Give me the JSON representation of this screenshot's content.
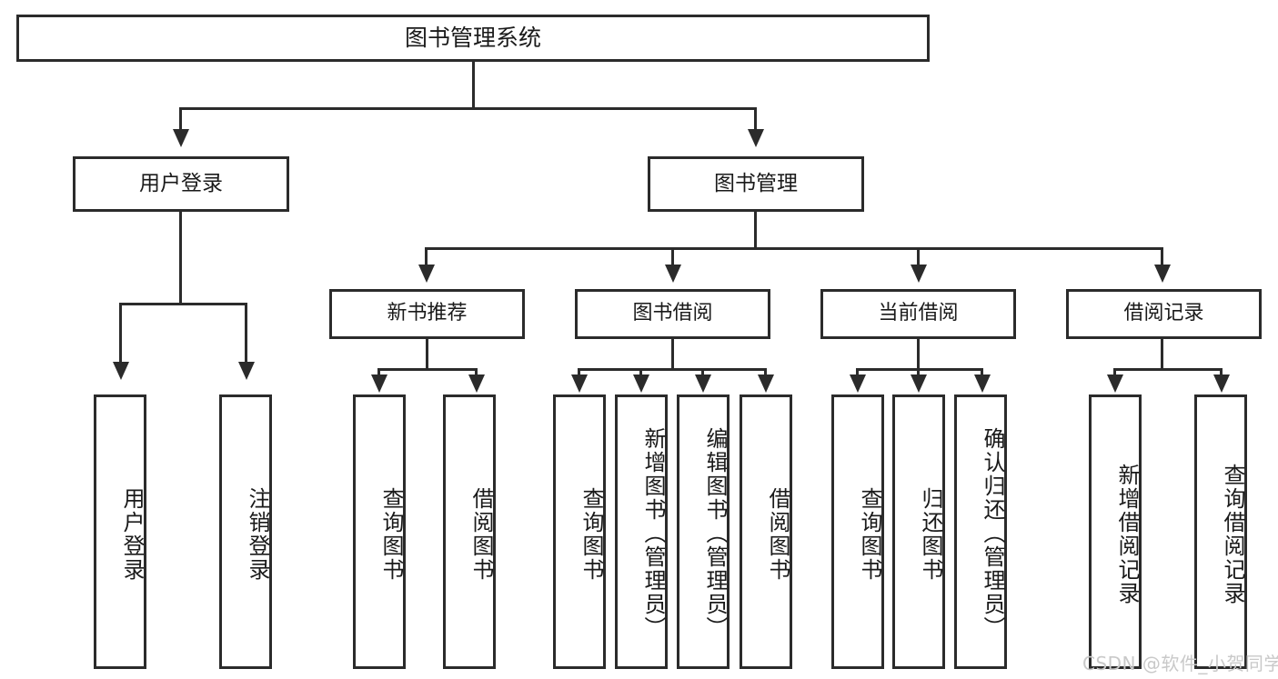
{
  "diagram": {
    "type": "tree-hierarchy-flowchart",
    "background_color": "#ffffff",
    "line_color": "#2b2b2b",
    "text_color": "#1a1a1a",
    "root": {
      "label": "图书管理系统"
    },
    "level2": [
      {
        "label": "用户登录"
      },
      {
        "label": "图书管理"
      }
    ],
    "level3": [
      {
        "label": "新书推荐"
      },
      {
        "label": "图书借阅"
      },
      {
        "label": "当前借阅"
      },
      {
        "label": "借阅记录"
      }
    ],
    "leaves": {
      "user_login": [
        {
          "label": "用户登录"
        },
        {
          "label": "注销登录"
        }
      ],
      "new_book_recommend": [
        {
          "label": "查询图书"
        },
        {
          "label": "借阅图书"
        }
      ],
      "book_borrow": [
        {
          "label": "查询图书"
        },
        {
          "label": "新增图书（管理员）"
        },
        {
          "label": "编辑图书（管理员）"
        },
        {
          "label": "借阅图书"
        }
      ],
      "current_borrow": [
        {
          "label": "查询图书"
        },
        {
          "label": "归还图书"
        },
        {
          "label": "确认归还（管理员）"
        }
      ],
      "borrow_record": [
        {
          "label": "新增借阅记录"
        },
        {
          "label": "查询借阅记录"
        }
      ]
    },
    "watermark": "CSDN @软件_小贺同学"
  }
}
